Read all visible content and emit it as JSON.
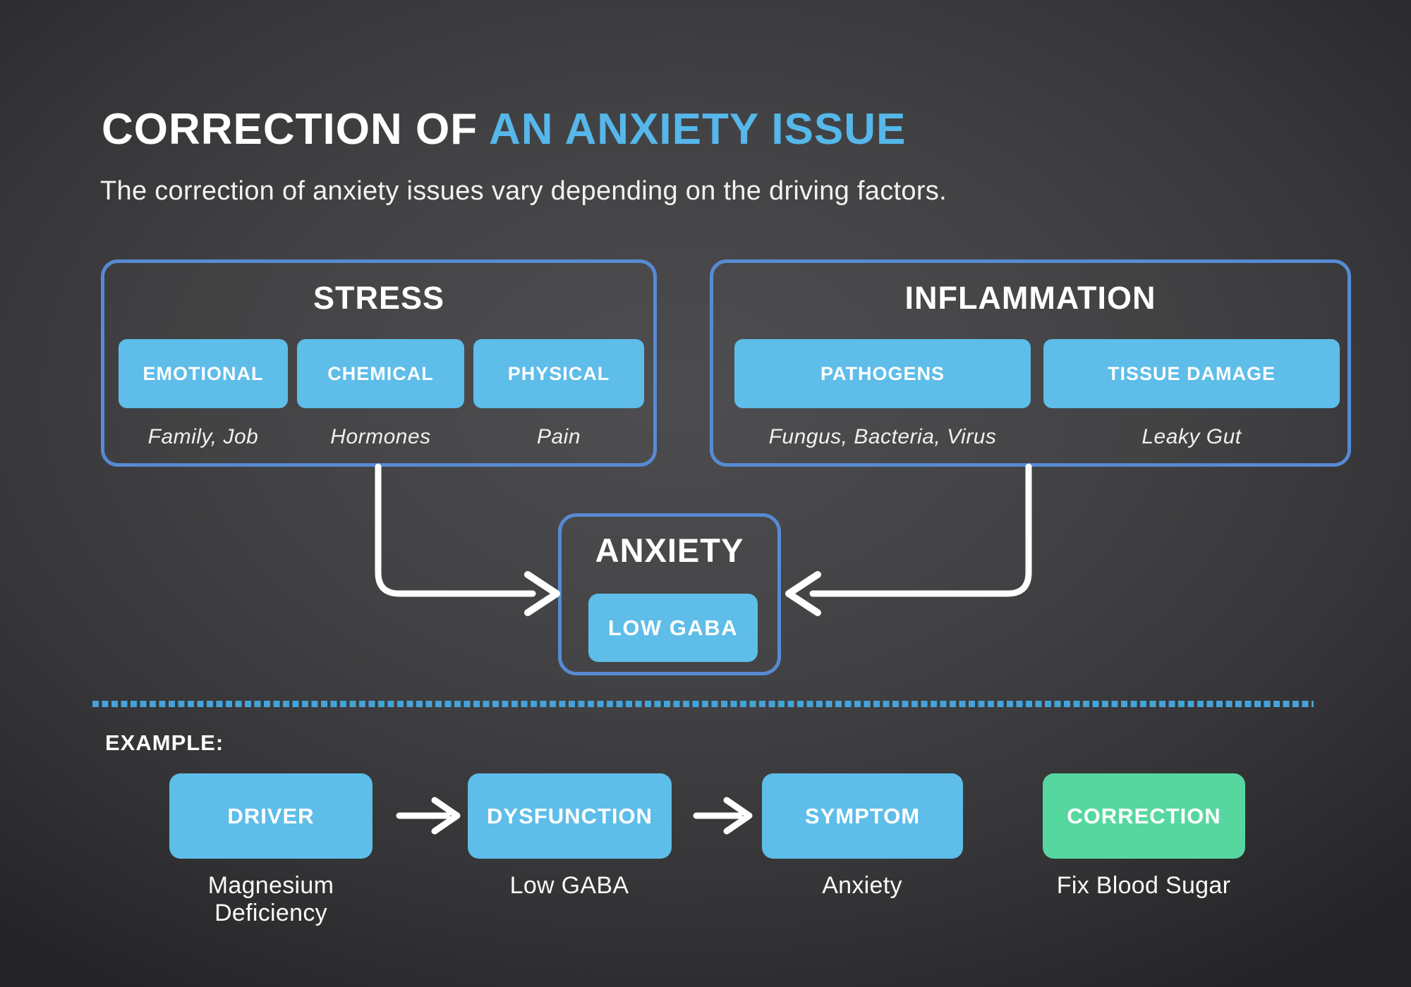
{
  "title": {
    "white_part": "CORRECTION OF ",
    "blue_part": "AN ANXIETY ISSUE"
  },
  "subtitle": "The correction of anxiety issues vary depending on the driving factors.",
  "stress": {
    "title": "STRESS",
    "items": [
      {
        "label": "EMOTIONAL",
        "sub": "Family, Job"
      },
      {
        "label": "CHEMICAL",
        "sub": "Hormones"
      },
      {
        "label": "PHYSICAL",
        "sub": "Pain"
      }
    ]
  },
  "inflammation": {
    "title": "INFLAMMATION",
    "items": [
      {
        "label": "PATHOGENS",
        "sub": "Fungus, Bacteria, Virus"
      },
      {
        "label": "TISSUE DAMAGE",
        "sub": "Leaky Gut"
      }
    ]
  },
  "anxiety": {
    "title": "ANXIETY",
    "chip": "LOW GABA"
  },
  "example": {
    "heading": "EXAMPLE:",
    "steps": [
      {
        "label": "DRIVER",
        "sub": "Magnesium Deficiency",
        "color": "blue"
      },
      {
        "label": "DYSFUNCTION",
        "sub": "Low GABA",
        "color": "blue"
      },
      {
        "label": "SYMPTOM",
        "sub": "Anxiety",
        "color": "blue"
      },
      {
        "label": "CORRECTION",
        "sub": "Fix Blood Sugar",
        "color": "green"
      }
    ]
  },
  "colors": {
    "title_accent_blue": "#56b7ea",
    "chip_blue": "#5ebde9",
    "border_blue": "#578ad3",
    "correction_green": "#57d7a0",
    "dotted_divider_blue": "#45a3d9",
    "connector_white": "#ffffff",
    "background_dark": "#2c2c2e"
  }
}
